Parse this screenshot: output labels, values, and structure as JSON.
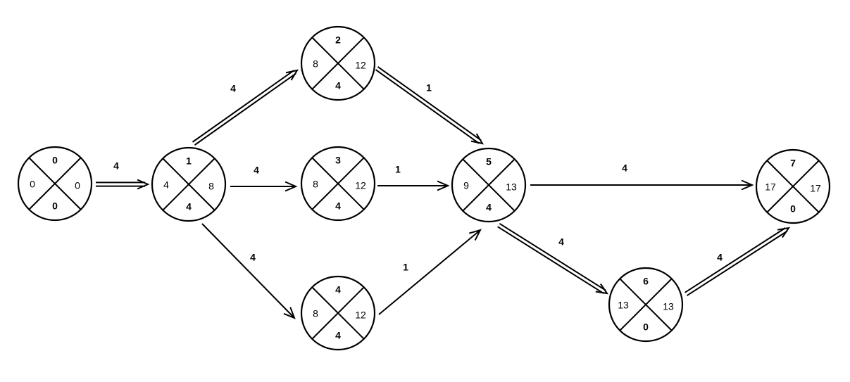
{
  "nodes": [
    {
      "id": "n0",
      "top": "0",
      "left": "0",
      "right": "0",
      "bottom": "0"
    },
    {
      "id": "n1",
      "top": "1",
      "left": "4",
      "right": "8",
      "bottom": "4"
    },
    {
      "id": "n2",
      "top": "2",
      "left": "8",
      "right": "12",
      "bottom": "4"
    },
    {
      "id": "n3",
      "top": "3",
      "left": "8",
      "right": "12",
      "bottom": "4"
    },
    {
      "id": "n4",
      "top": "4",
      "left": "8",
      "right": "12",
      "bottom": "4"
    },
    {
      "id": "n5",
      "top": "5",
      "left": "9",
      "right": "13",
      "bottom": "4"
    },
    {
      "id": "n6",
      "top": "6",
      "left": "13",
      "right": "13",
      "bottom": "0"
    },
    {
      "id": "n7",
      "top": "7",
      "left": "17",
      "right": "17",
      "bottom": "0"
    }
  ],
  "edges": [
    {
      "id": "e0_1",
      "from": "n0",
      "to": "n1",
      "label": "4",
      "critical": true
    },
    {
      "id": "e1_2",
      "from": "n1",
      "to": "n2",
      "label": "4",
      "critical": true
    },
    {
      "id": "e1_3",
      "from": "n1",
      "to": "n3",
      "label": "4",
      "critical": false
    },
    {
      "id": "e1_4",
      "from": "n1",
      "to": "n4",
      "label": "4",
      "critical": false
    },
    {
      "id": "e2_5",
      "from": "n2",
      "to": "n5",
      "label": "1",
      "critical": true
    },
    {
      "id": "e3_5",
      "from": "n3",
      "to": "n5",
      "label": "1",
      "critical": false
    },
    {
      "id": "e4_5",
      "from": "n4",
      "to": "n5",
      "label": "1",
      "critical": false
    },
    {
      "id": "e5_7",
      "from": "n5",
      "to": "n7",
      "label": "4",
      "critical": false
    },
    {
      "id": "e5_6",
      "from": "n5",
      "to": "n6",
      "label": "4",
      "critical": true
    },
    {
      "id": "e6_7",
      "from": "n6",
      "to": "n7",
      "label": "4",
      "critical": true
    }
  ]
}
